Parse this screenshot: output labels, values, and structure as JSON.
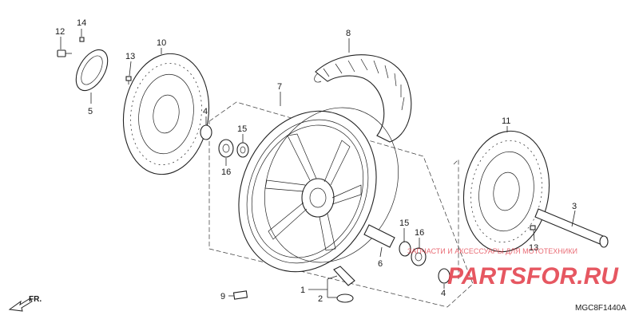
{
  "callouts": {
    "c1": "1",
    "c2": "2",
    "c3": "3",
    "c4a": "4",
    "c4b": "4",
    "c5": "5",
    "c6": "6",
    "c7": "7",
    "c8": "8",
    "c9": "9",
    "c10": "10",
    "c11": "11",
    "c12": "12",
    "c13a": "13",
    "c13b": "13",
    "c14": "14",
    "c15a": "15",
    "c15b": "15",
    "c16a": "16",
    "c16b": "16"
  },
  "direction_label": "FR.",
  "diagram_code": "MGC8F1440A",
  "watermark": {
    "logo_text": "PARTSFOR.RU",
    "tagline": "ЗАПЧАСТИ И АКСЕССУАРЫ ДЛЯ МОТОТЕХНИКИ"
  },
  "colors": {
    "line": "#222222",
    "watermark": "#e23a46",
    "background": "#ffffff"
  }
}
